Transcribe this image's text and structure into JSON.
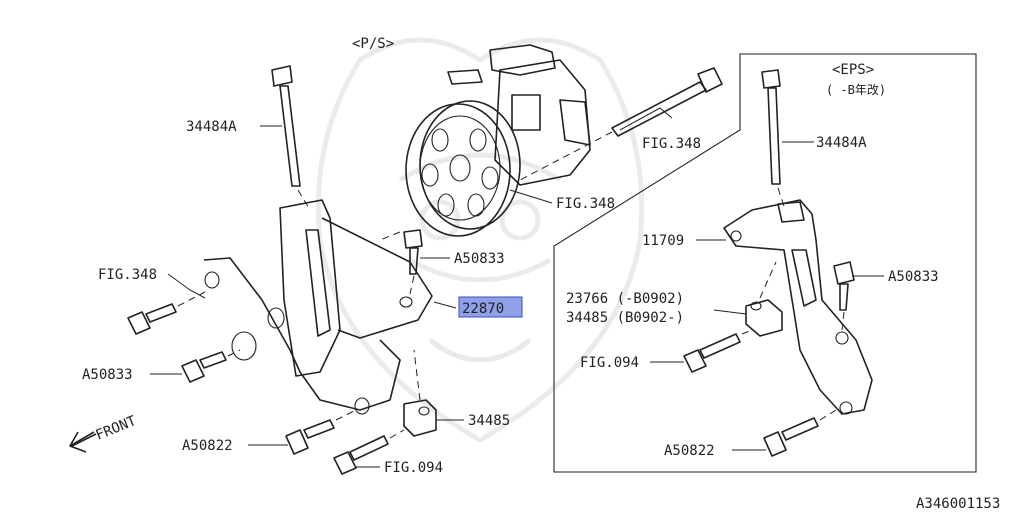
{
  "labels": {
    "ps_header": "<P/S>",
    "eps_header": "<EPS>",
    "eps_sub": "( -B年改)",
    "bolt_34484a_left": "34484A",
    "bolt_34484a_right": "34484A",
    "fig348_top": "FIG.348",
    "fig348_pulley": "FIG.348",
    "fig348_left": "FIG.348",
    "a50833_center": "A50833",
    "a50833_left": "A50833",
    "a50833_right": "A50833",
    "part_22870": "22870",
    "part_11709": "11709",
    "part_23766": "23766 (-B0902)",
    "part_34485_eps": "34485 (B0902-)",
    "fig094_right": "FIG.094",
    "fig094_left": "FIG.094",
    "part_34485": "34485",
    "a50822_left": "A50822",
    "a50822_right": "A50822",
    "front": "FRONT",
    "diagram_id": "A346001153"
  },
  "highlight_color": "#8fa0e8"
}
